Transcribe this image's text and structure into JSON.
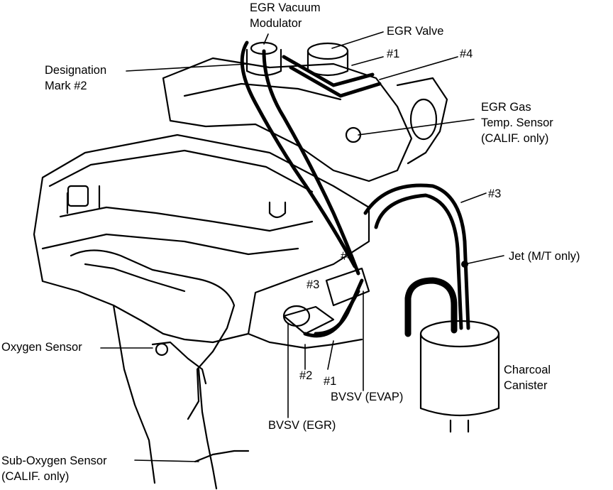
{
  "labels": {
    "egr_vacuum_modulator": "EGR Vacuum\nModulator",
    "egr_valve": "EGR Valve",
    "designation_mark": "Designation\nMark #2",
    "hose_1_top": "#1",
    "hose_4_top": "#4",
    "egr_gas_temp_sensor": "EGR Gas\nTemp. Sensor\n(CALIF. only)",
    "hose_3_right": "#3",
    "jet": "Jet (M/T only)",
    "hose_4_mid": "#4",
    "hose_3_mid": "#3",
    "oxygen_sensor": "Oxygen Sensor",
    "charcoal_canister": "Charcoal\nCanister",
    "hose_2_bottom": "#2",
    "hose_1_bottom": "#1",
    "bvsv_evap": "BVSV (EVAP)",
    "bvsv_egr": "BVSV (EGR)",
    "sub_oxygen_sensor": "Sub-Oxygen Sensor\n(CALIF. only)"
  }
}
